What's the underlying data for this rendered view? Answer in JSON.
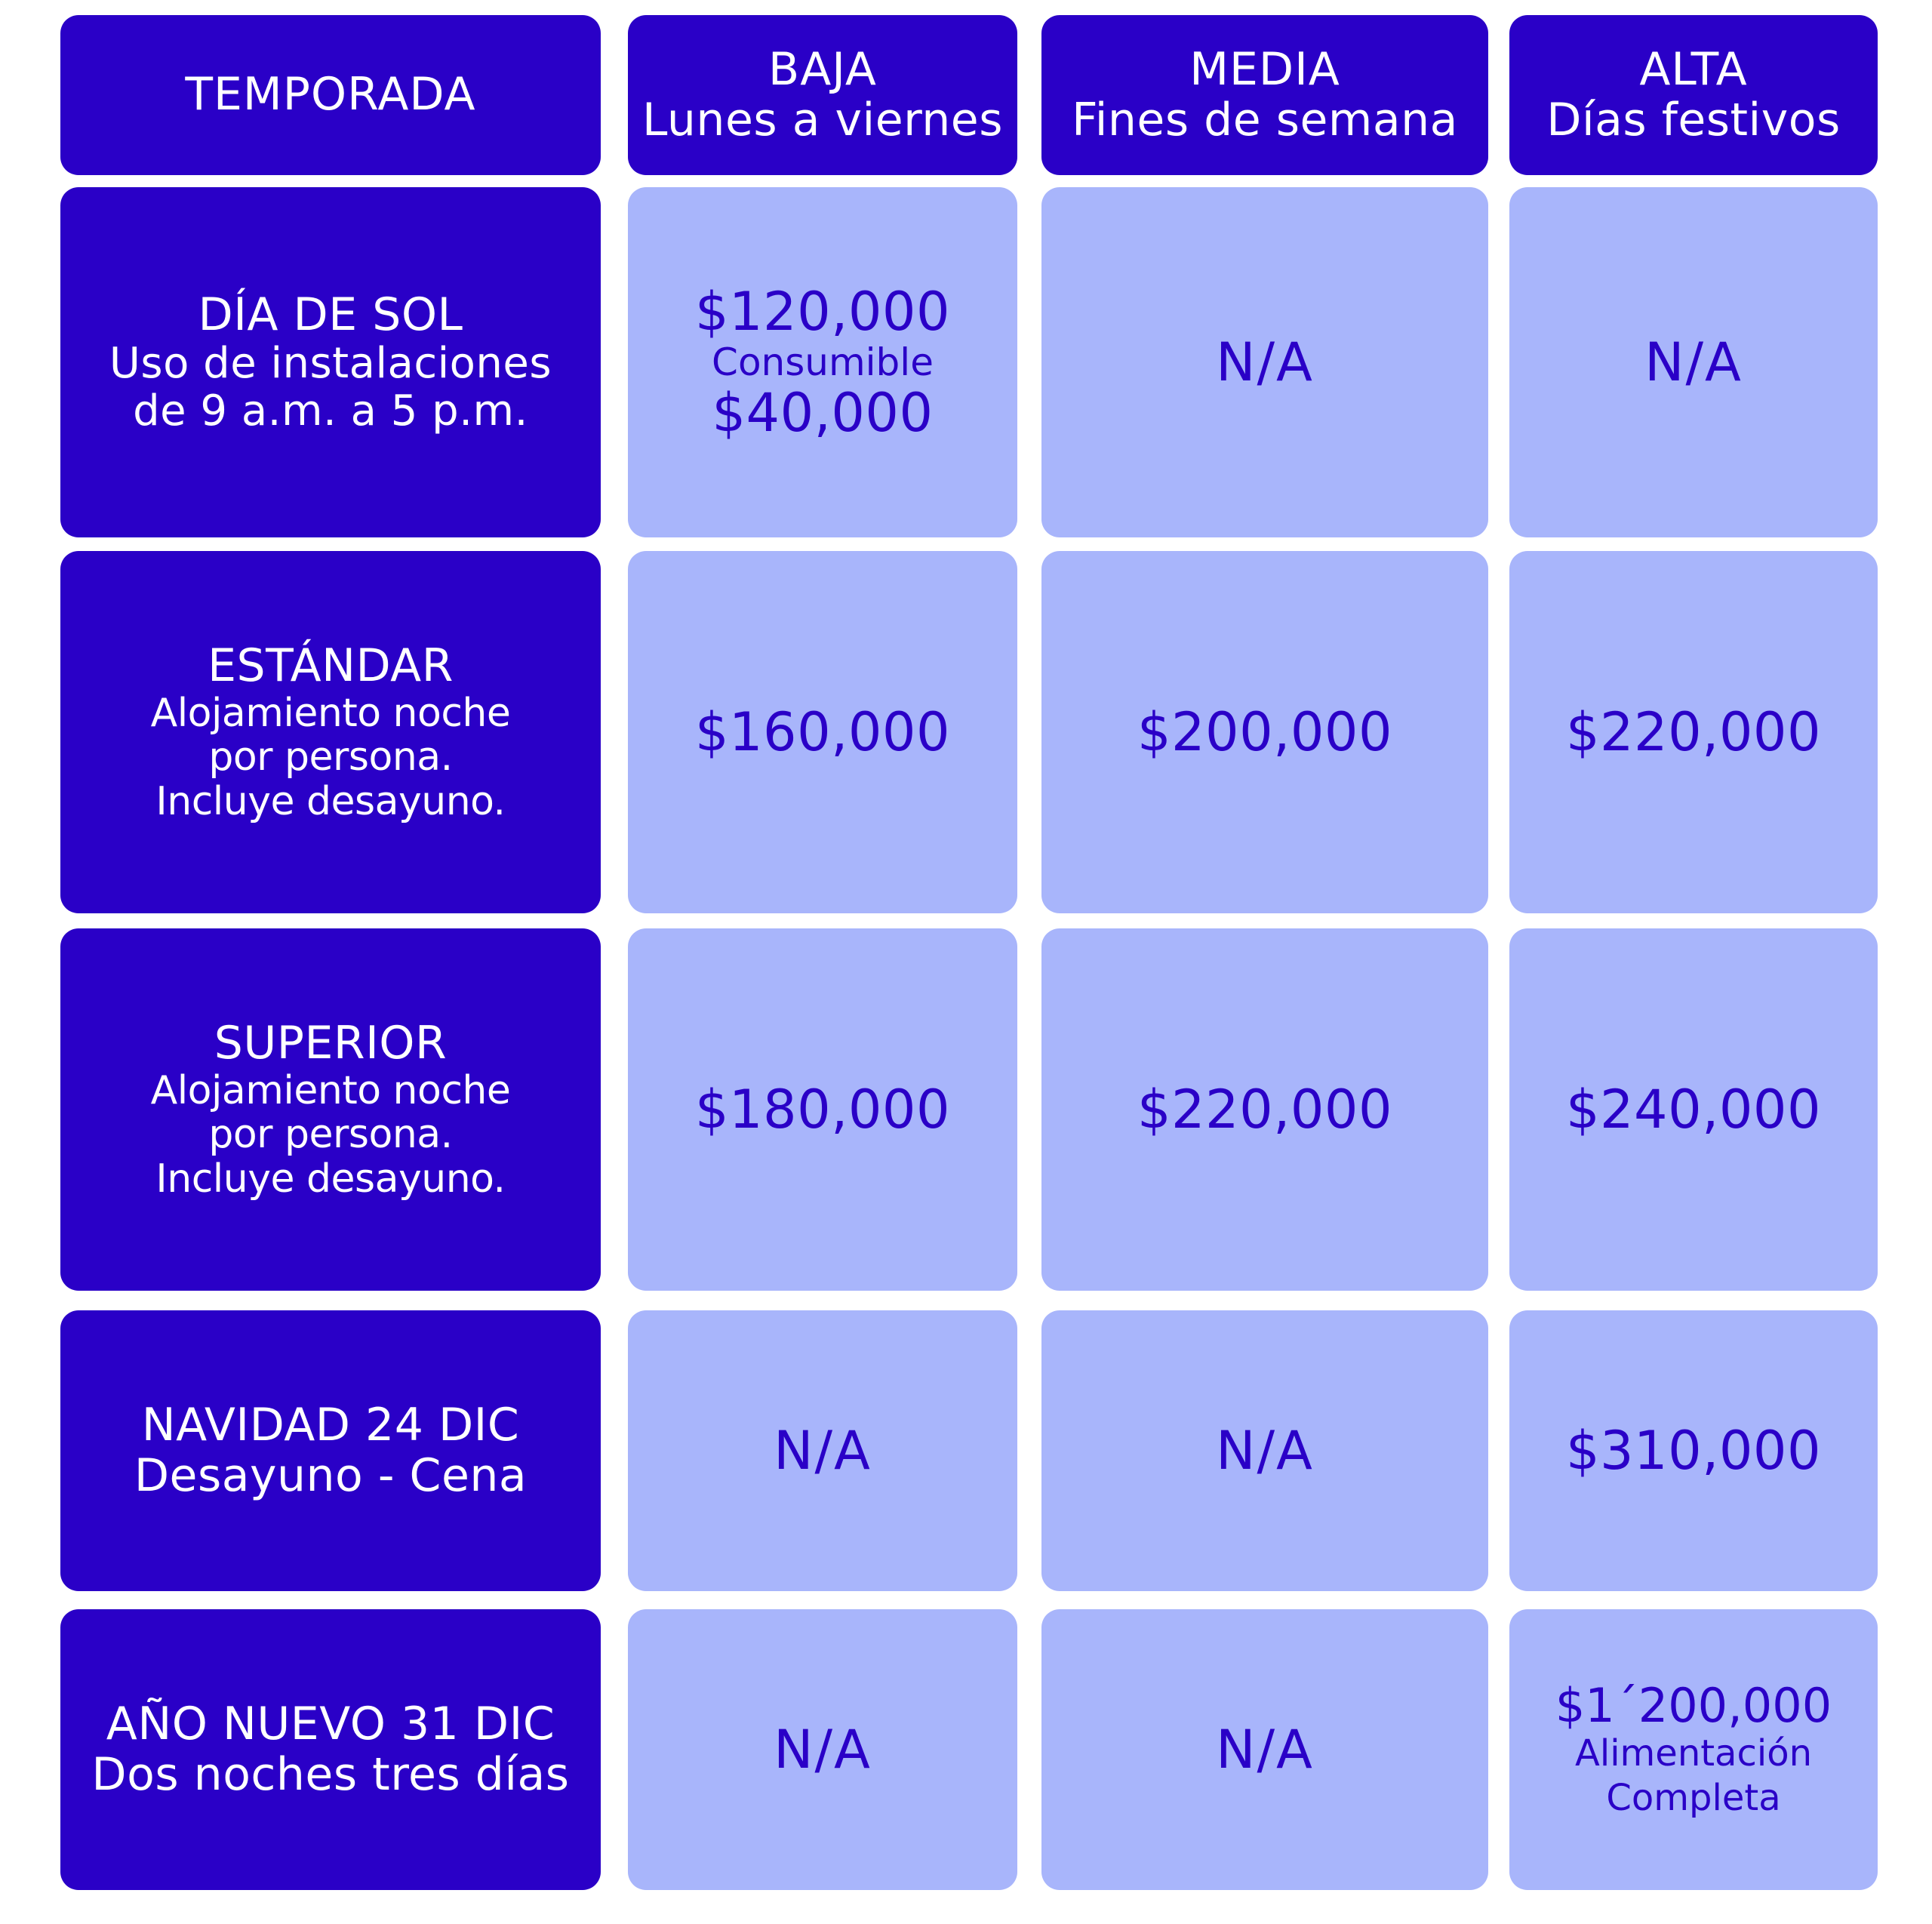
{
  "header": {
    "season_label": "TEMPORADA",
    "columns": [
      {
        "title": "BAJA",
        "subtitle": "Lunes a viernes"
      },
      {
        "title": "MEDIA",
        "subtitle": "Fines de semana"
      },
      {
        "title": "ALTA",
        "subtitle": "Días festivos"
      }
    ]
  },
  "rows": [
    {
      "title": "DÍA DE SOL",
      "desc": [
        "Uso de instalaciones",
        "de 9 a.m. a 5 p.m."
      ],
      "baja": {
        "price": "$120,000",
        "note": "Consumible",
        "price2": "$40,000"
      },
      "media": "N/A",
      "alta": "N/A"
    },
    {
      "title": "ESTÁNDAR",
      "desc": [
        "Alojamiento noche",
        "por persona.",
        "Incluye desayuno."
      ],
      "baja": "$160,000",
      "media": "$200,000",
      "alta": "$220,000"
    },
    {
      "title": "SUPERIOR",
      "desc": [
        "Alojamiento noche",
        "por persona.",
        "Incluye desayuno."
      ],
      "baja": "$180,000",
      "media": "$220,000",
      "alta": "$240,000"
    },
    {
      "title": "NAVIDAD 24 DIC",
      "desc": [
        "Desayuno - Cena"
      ],
      "baja": "N/A",
      "media": "N/A",
      "alta": "$310,000"
    },
    {
      "title": "AÑO NUEVO 31 DIC",
      "desc": [
        "Dos noches tres días"
      ],
      "baja": "N/A",
      "media": "N/A",
      "alta": {
        "price": "$1´200,000",
        "note": [
          "Alimentación",
          "Completa"
        ]
      }
    }
  ],
  "colors": {
    "dark": "#2a00c7",
    "light": "#a8b5fb",
    "text_light": "#ffffff"
  }
}
